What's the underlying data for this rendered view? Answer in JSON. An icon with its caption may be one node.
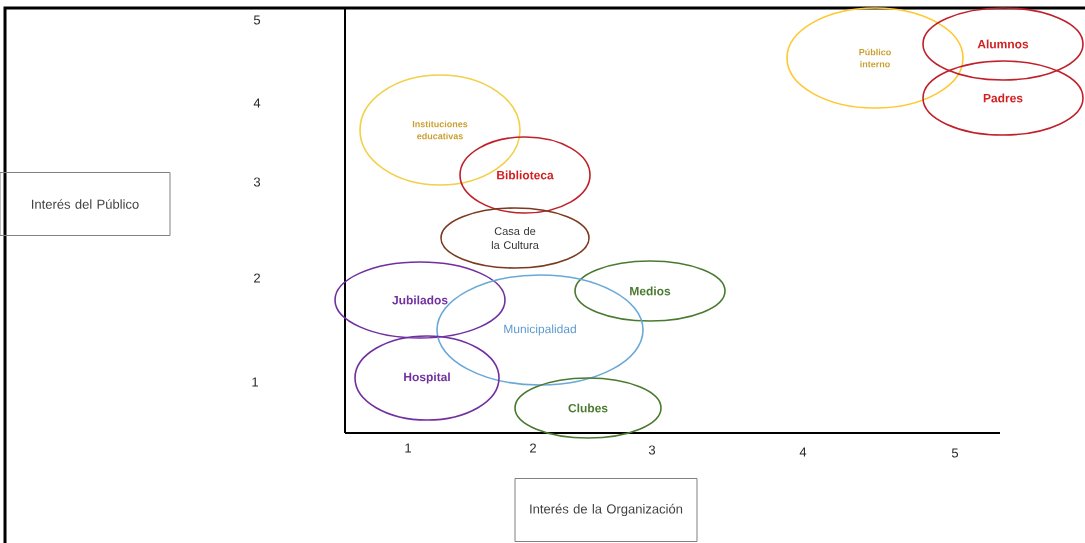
{
  "diagram": {
    "nodes": [
      {
        "text": [
          "Público interno"
        ]
      },
      {
        "text": [
          "Alumnos"
        ]
      },
      {
        "text": [
          "Padres"
        ]
      },
      {
        "text": [
          "Instituciones educativas"
        ]
      },
      {
        "text": [
          "Biblioteca"
        ]
      },
      {
        "text": [
          "Interés del Público"
        ]
      },
      {
        "text": [
          "Casa de la Cultura"
        ]
      },
      {
        "text": [
          "Jubilados"
        ]
      },
      {
        "text": [
          "Medios"
        ]
      },
      {
        "text": [
          "Municipalidad"
        ]
      },
      {
        "text": [
          "Hospital"
        ]
      },
      {
        "text": [
          "Clubes"
        ]
      },
      {
        "text": [
          "Interés de la Organización"
        ]
      }
    ],
    "edges": [],
    "labels": [
      "5",
      "4",
      "3",
      "2",
      "1",
      "1",
      "2",
      "3",
      "4",
      "5"
    ]
  }
}
